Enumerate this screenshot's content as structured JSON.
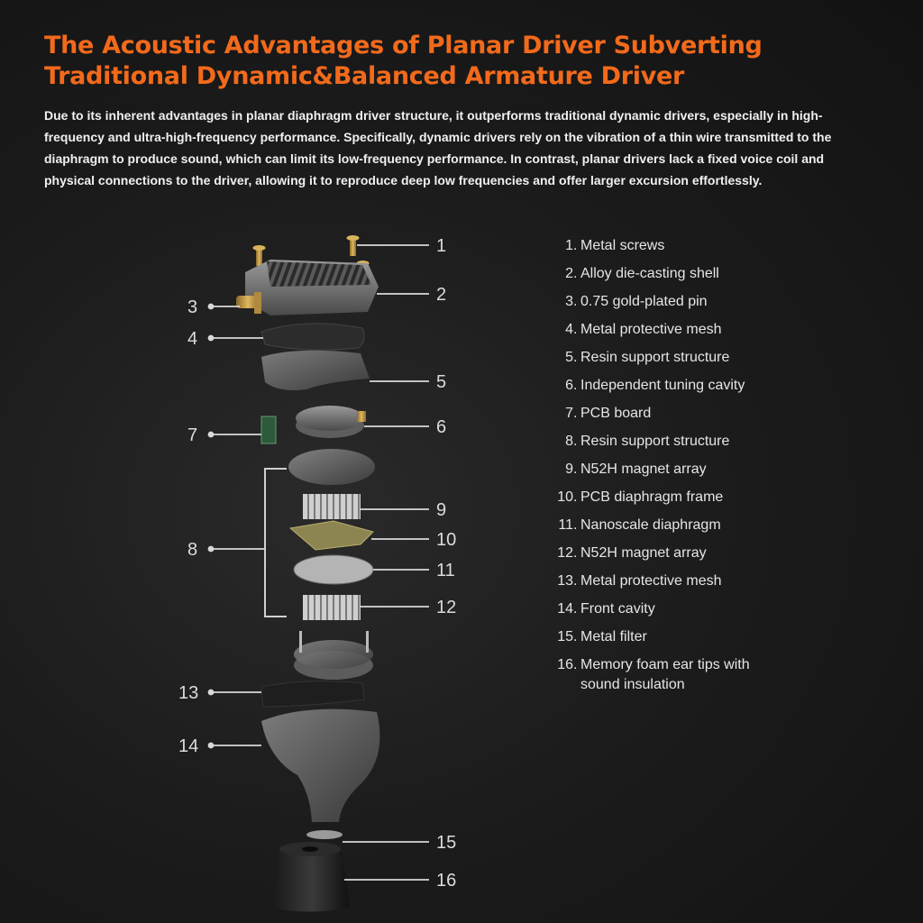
{
  "title": {
    "line1": "The Acoustic Advantages of Planar Driver Subverting",
    "line2": "Traditional Dynamic&Balanced Armature Driver"
  },
  "description": "Due to its inherent advantages in planar diaphragm driver structure, it outperforms traditional dynamic drivers, especially in high-frequency and ultra-high-frequency performance. Specifically, dynamic drivers rely on the vibration of a thin wire transmitted to the diaphragm to produce sound, which can limit its low-frequency performance. In contrast, planar drivers lack a fixed voice coil and physical connections to the driver, allowing it to reproduce deep low frequencies and offer larger excursion effortlessly.",
  "callouts": [
    "1",
    "2",
    "3",
    "4",
    "5",
    "6",
    "7",
    "8",
    "9",
    "10",
    "11",
    "12",
    "13",
    "14",
    "15",
    "16"
  ],
  "parts": [
    {
      "num": "1",
      "label": "Metal screws"
    },
    {
      "num": "2",
      "label": "Alloy die-casting shell"
    },
    {
      "num": "3",
      "label": "0.75 gold-plated pin"
    },
    {
      "num": "4",
      "label": "Metal protective mesh"
    },
    {
      "num": "5",
      "label": "Resin support structure"
    },
    {
      "num": "6",
      "label": "Independent tuning cavity"
    },
    {
      "num": "7",
      "label": "PCB board"
    },
    {
      "num": "8",
      "label": "Resin support structure"
    },
    {
      "num": "9",
      "label": "N52H magnet array"
    },
    {
      "num": "10",
      "label": "PCB diaphragm frame"
    },
    {
      "num": "11",
      "label": "Nanoscale diaphragm"
    },
    {
      "num": "12",
      "label": "N52H magnet array"
    },
    {
      "num": "13",
      "label": "Metal protective mesh"
    },
    {
      "num": "14",
      "label": "Front cavity"
    },
    {
      "num": "15",
      "label": "Metal filter"
    },
    {
      "num": "16",
      "label": "Memory foam ear tips with sound insulation"
    }
  ],
  "colors": {
    "accent": "#f26a1b",
    "background": "#1c1c1c",
    "text": "#f0f0f0"
  }
}
